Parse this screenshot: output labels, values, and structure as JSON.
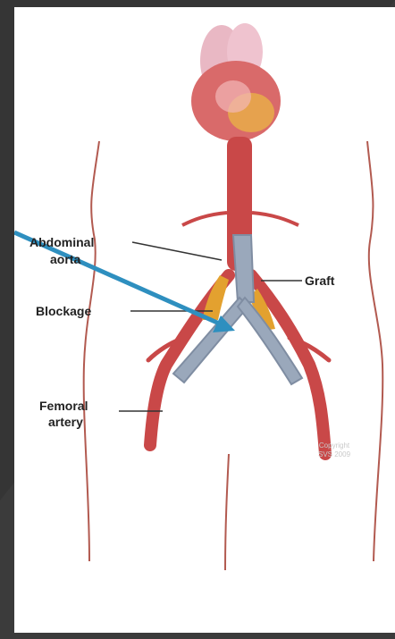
{
  "labels": {
    "abdominal_aorta_line1": "Abdominal",
    "abdominal_aorta_line2": "aorta",
    "graft": "Graft",
    "blockage": "Blockage",
    "femoral_artery_line1": "Femoral",
    "femoral_artery_line2": "artery"
  },
  "watermark": {
    "line1": "Copyright",
    "line2": "SVS 2009"
  },
  "colors": {
    "artery": "#c94848",
    "graft": "#9aa8bb",
    "blockage": "#e3a12f",
    "pointer_arrow": "#2e8fbf",
    "slide_background": "#3a3a3a"
  }
}
